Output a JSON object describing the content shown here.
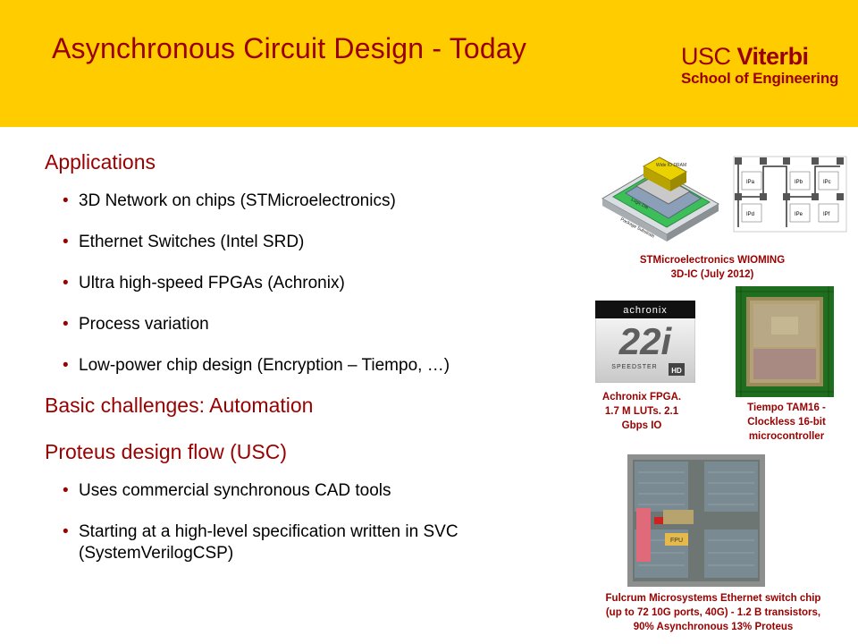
{
  "title": "Asynchronous Circuit Design - Today",
  "logo": {
    "usc": "USC",
    "viterbi": "Viterbi",
    "school": "School of Engineering"
  },
  "colors": {
    "header_bg": "#ffcc00",
    "accent": "#990000"
  },
  "content": {
    "applications": {
      "heading": "Applications",
      "items": [
        "3D Network on chips (STMicroelectronics)",
        "Ethernet Switches (Intel SRD)",
        "Ultra high-speed FPGAs (Achronix)",
        "Process variation",
        "Low-power chip design (Encryption – Tiempo, …)"
      ]
    },
    "challenges": {
      "heading": "Basic challenges: Automation"
    },
    "proteus": {
      "heading": "Proteus design flow (USC)",
      "items": [
        "Uses commercial synchronous CAD tools",
        "Starting at a high-level specification written in SVC (SystemVerilogCSP)"
      ]
    }
  },
  "figures": {
    "st": {
      "caption_1": "STMicroelectronics WIOMING",
      "caption_2": "3D-IC (July 2012)",
      "chip_label": "Wide IO DRAM",
      "die_label": "Logic Die",
      "substrate_label": "Package Substrate",
      "noc_labels": [
        "IPa",
        "IPb",
        "IPc",
        "IPd",
        "IPe",
        "IPf"
      ]
    },
    "achronix": {
      "brand": "achronix",
      "model": "22i",
      "sub": "SPEEDSTER",
      "hd": "HD",
      "caption_1": "Achronix FPGA.",
      "caption_2": "1.7 M LUTs. 2.1",
      "caption_3": "Gbps IO"
    },
    "tiempo": {
      "caption_1": "Tiempo TAM16 -",
      "caption_2": "Clockless 16-bit",
      "caption_3": "microcontroller"
    },
    "fulcrum": {
      "fpu_label": "FPU",
      "caption_1": "Fulcrum Microsystems Ethernet switch chip",
      "caption_2": "(up to 72 10G ports, 40G) - 1.2 B transistors,",
      "caption_3": "90% Asynchronous 13% Proteus"
    }
  }
}
